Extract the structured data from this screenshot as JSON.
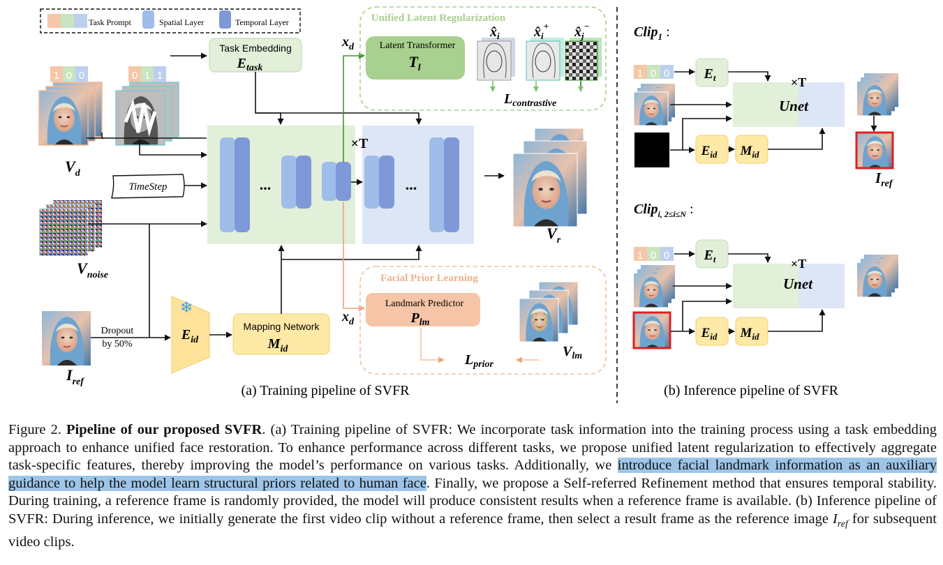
{
  "legend": {
    "task_prompt": "Task Prompt",
    "spatial_layer": "Spatial Layer",
    "temporal_layer": "Temporal Layer"
  },
  "training": {
    "task_bits_a": [
      "1",
      "0",
      "0"
    ],
    "task_bits_b": [
      "0",
      "1",
      "1"
    ],
    "task_embedding_title": "Task Embedding",
    "task_embedding_symbol": "E",
    "task_embedding_sub": "task",
    "vd_symbol": "V",
    "vd_sub": "d",
    "timestep": "TimeStep",
    "vnoise_symbol": "V",
    "vnoise_sub": "noise",
    "iref_symbol": "I",
    "iref_sub": "ref",
    "dropout_line1": "Dropout",
    "dropout_line2": "by 50%",
    "eid_symbol": "E",
    "eid_sub": "id",
    "mapping_title": "Mapping Network",
    "mapping_symbol": "M",
    "mapping_sub": "id",
    "dots": "...",
    "times_t": "×T",
    "vr_symbol": "V",
    "vr_sub": "r",
    "xd_symbol": "x",
    "xd_sub": "d",
    "ulr_title": "Unified Latent Regularization",
    "latent_transformer_title": "Latent Transformer",
    "latent_transformer_symbol": "T",
    "latent_transformer_sub": "l",
    "xi_hat": "x̂",
    "xi_sub": "i",
    "xi_plus_sub": "i",
    "xi_plus_sup": "+",
    "xj_sub": "j",
    "xj_minus_sup": "−",
    "lcontrastive_symbol": "L",
    "lcontrastive_sub": "contrastive",
    "fpl_title": "Facial Prior Learning",
    "landmark_title": "Landmark Predictor",
    "landmark_symbol": "P",
    "landmark_sub": "lm",
    "lprior_symbol": "L",
    "lprior_sub": "prior",
    "vlm_symbol": "V",
    "vlm_sub": "lm",
    "label": "(a) Training pipeline of SVFR"
  },
  "inference": {
    "clip1_symbol": "Clip",
    "clip1_sub": "1",
    "clip1_colon": " :",
    "clipi_symbol": "Clip",
    "clipi_sub": "i, 2≤i≤N",
    "clipi_colon": " :",
    "bits": [
      "1",
      "0",
      "0"
    ],
    "et_symbol": "E",
    "et_sub": "t",
    "unet": "Unet",
    "times_t": "×T",
    "eid_symbol": "E",
    "eid_sub": "id",
    "mid_symbol": "M",
    "mid_sub": "id",
    "iref_symbol": "I",
    "iref_sub": "ref",
    "label": "(b) Inference pipeline of SVFR"
  },
  "caption": {
    "fig_num": "Figure 2.",
    "bold_title": "Pipeline of our proposed SVFR",
    "part1": ". (a) Training pipeline of SVFR: We incorporate task information into the training process using a task embedding approach to enhance unified face restoration. To enhance performance across different tasks, we propose unified latent regularization to effectively aggregate task-specific features, thereby improving the model’s performance on various tasks. Additionally, we ",
    "highlight": "introduce facial landmark information as an auxiliary guidance to help the model learn structural priors related to human face",
    "part2": ". Finally, we propose a Self-referred Refinement method that ensures temporal stability. During training, a reference frame is randomly provided, the model will produce consistent results when a reference frame is available. (b) Inference pipeline of SVFR: During inference, we initially generate the first video clip without a reference frame, then select a result frame as the reference image ",
    "math_symbol": "I",
    "math_sub": "ref",
    "part3": " for subsequent video clips."
  },
  "colors": {
    "task_prompt_red": "#f6c6a8",
    "task_prompt_green": "#c9e4bf",
    "task_prompt_blue": "#bcd0ee",
    "spatial": "#9ebde8",
    "temporal": "#7f98d8",
    "green_panel": "#e2efd9",
    "blue_panel": "#dde6f7",
    "green_box": "#a8d08e",
    "orange_box": "#f6c4a6",
    "yellow_box": "#ffe9a6",
    "ref_border": "#e02020",
    "highlight": "#9ec5e8"
  }
}
